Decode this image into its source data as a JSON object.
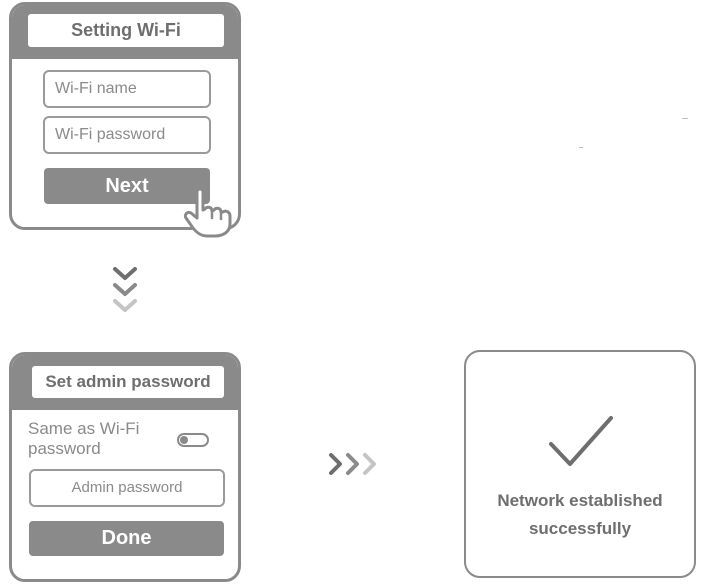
{
  "wifi_card": {
    "title": "Setting Wi-Fi",
    "name_placeholder": "Wi-Fi name",
    "password_placeholder": "Wi-Fi password",
    "next_label": "Next"
  },
  "admin_card": {
    "title": "Set admin password",
    "same_as_wifi_line1": "Same as Wi-Fi",
    "same_as_wifi_line2": "password",
    "toggle_on": false,
    "admin_password_placeholder": "Admin password",
    "done_label": "Done"
  },
  "success_card": {
    "line1": "Network established",
    "line2": "successfully"
  },
  "icons": {
    "hand": "hand-pointer-icon",
    "down": "chevrons-down-icon",
    "right": "chevrons-right-icon",
    "check": "checkmark-icon"
  },
  "colors": {
    "primary_gray": "#8a8a8a",
    "text_gray": "#6e6e6e",
    "faded_chevron": "#c4c4c4"
  }
}
